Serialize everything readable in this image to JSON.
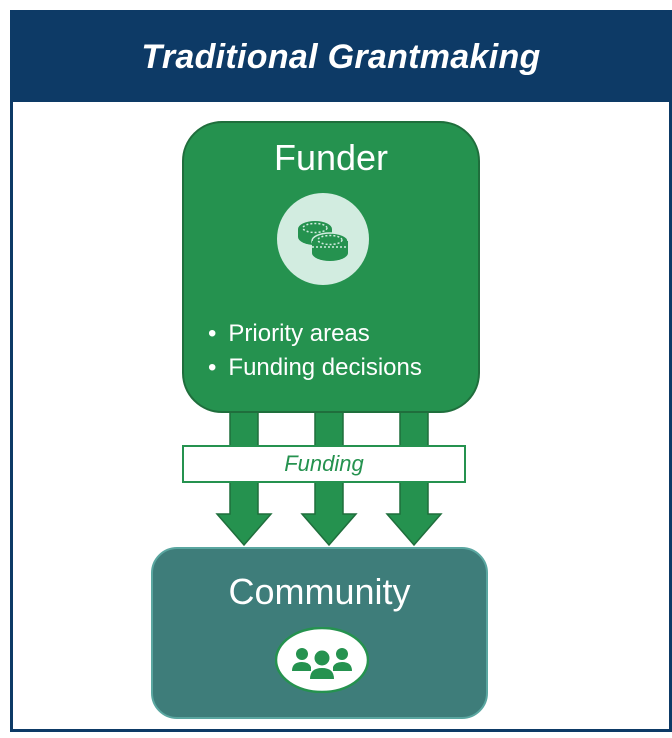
{
  "header": {
    "title": "Traditional Grantmaking"
  },
  "funder": {
    "title": "Funder",
    "icon": "coins-icon",
    "bullets": [
      "Priority areas",
      "Funding decisions"
    ]
  },
  "flow": {
    "label": "Funding",
    "arrow_count": 3
  },
  "community": {
    "title": "Community",
    "icon": "people-group-icon"
  },
  "colors": {
    "navy": "#0d3a66",
    "green": "#25924f",
    "light_green": "#d2ece0",
    "teal": "#3e7d7a"
  }
}
